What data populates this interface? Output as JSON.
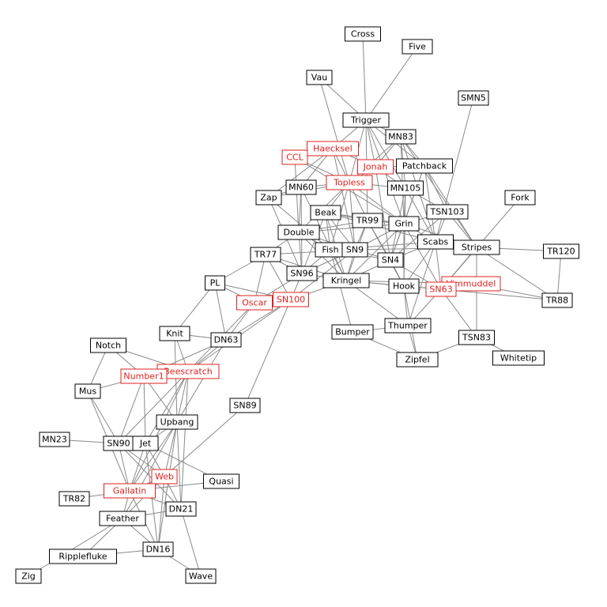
{
  "colors": {
    "edge": "#8a8a8a",
    "highlight": "#e02020",
    "normal": "#000000",
    "background": "#ffffff"
  },
  "nodes": [
    {
      "id": "Cross",
      "label": "Cross",
      "hl": false
    },
    {
      "id": "Five",
      "label": "Five",
      "hl": false
    },
    {
      "id": "Vau",
      "label": "Vau",
      "hl": false
    },
    {
      "id": "SMN5",
      "label": "SMN5",
      "hl": false
    },
    {
      "id": "Trigger",
      "label": "Trigger",
      "hl": false
    },
    {
      "id": "MN83",
      "label": "MN83",
      "hl": false
    },
    {
      "id": "Haecksel",
      "label": "Haecksel",
      "hl": true
    },
    {
      "id": "CCL",
      "label": "CCL",
      "hl": true
    },
    {
      "id": "Jonah",
      "label": "Jonah",
      "hl": true
    },
    {
      "id": "Patchback",
      "label": "Patchback",
      "hl": false
    },
    {
      "id": "Topless",
      "label": "Topless",
      "hl": true
    },
    {
      "id": "MN60",
      "label": "MN60",
      "hl": false
    },
    {
      "id": "Zap",
      "label": "Zap",
      "hl": false
    },
    {
      "id": "MN105",
      "label": "MN105",
      "hl": false
    },
    {
      "id": "Fork",
      "label": "Fork",
      "hl": false
    },
    {
      "id": "Beak",
      "label": "Beak",
      "hl": false
    },
    {
      "id": "TSN103",
      "label": "TSN103",
      "hl": false
    },
    {
      "id": "TR99",
      "label": "TR99",
      "hl": false
    },
    {
      "id": "Grin",
      "label": "Grin",
      "hl": false
    },
    {
      "id": "Double",
      "label": "Double",
      "hl": false
    },
    {
      "id": "Scabs",
      "label": "Scabs",
      "hl": false
    },
    {
      "id": "Stripes",
      "label": "Stripes",
      "hl": false
    },
    {
      "id": "TR120",
      "label": "TR120",
      "hl": false
    },
    {
      "id": "Fish",
      "label": "Fish",
      "hl": false
    },
    {
      "id": "SN9",
      "label": "SN9",
      "hl": false
    },
    {
      "id": "TR77",
      "label": "TR77",
      "hl": false
    },
    {
      "id": "SN4",
      "label": "SN4",
      "hl": false
    },
    {
      "id": "SN96",
      "label": "SN96",
      "hl": false
    },
    {
      "id": "Kringel",
      "label": "Kringel",
      "hl": false
    },
    {
      "id": "PL",
      "label": "PL",
      "hl": false
    },
    {
      "id": "Hook",
      "label": "Hook",
      "hl": false
    },
    {
      "id": "Vimmuddel",
      "label": "Vimmuddel",
      "hl": true
    },
    {
      "id": "SN63",
      "label": "SN63",
      "hl": true
    },
    {
      "id": "TR88",
      "label": "TR88",
      "hl": false
    },
    {
      "id": "SN100",
      "label": "SN100",
      "hl": true
    },
    {
      "id": "Oscar",
      "label": "Oscar",
      "hl": true
    },
    {
      "id": "Thumper",
      "label": "Thumper",
      "hl": false
    },
    {
      "id": "Bumper",
      "label": "Bumper",
      "hl": false
    },
    {
      "id": "Knit",
      "label": "Knit",
      "hl": false
    },
    {
      "id": "DN63",
      "label": "DN63",
      "hl": false
    },
    {
      "id": "TSN83",
      "label": "TSN83",
      "hl": false
    },
    {
      "id": "Notch",
      "label": "Notch",
      "hl": false
    },
    {
      "id": "Zipfel",
      "label": "Zipfel",
      "hl": false
    },
    {
      "id": "Whitetip",
      "label": "Whitetip",
      "hl": false
    },
    {
      "id": "Beescratch",
      "label": "Beescratch",
      "hl": true
    },
    {
      "id": "Number1",
      "label": "Number1",
      "hl": true
    },
    {
      "id": "Mus",
      "label": "Mus",
      "hl": false
    },
    {
      "id": "SN89",
      "label": "SN89",
      "hl": false
    },
    {
      "id": "Upbang",
      "label": "Upbang",
      "hl": false
    },
    {
      "id": "MN23",
      "label": "MN23",
      "hl": false
    },
    {
      "id": "SN90",
      "label": "SN90",
      "hl": false
    },
    {
      "id": "Jet",
      "label": "Jet",
      "hl": false
    },
    {
      "id": "Web",
      "label": "Web",
      "hl": true
    },
    {
      "id": "Quasi",
      "label": "Quasi",
      "hl": false
    },
    {
      "id": "Gallatin",
      "label": "Gallatin",
      "hl": true
    },
    {
      "id": "TR82",
      "label": "TR82",
      "hl": false
    },
    {
      "id": "DN21",
      "label": "DN21",
      "hl": false
    },
    {
      "id": "Feather",
      "label": "Feather",
      "hl": false
    },
    {
      "id": "DN16",
      "label": "DN16",
      "hl": false
    },
    {
      "id": "Ripplefluke",
      "label": "Ripplefluke",
      "hl": false
    },
    {
      "id": "Zig",
      "label": "Zig",
      "hl": false
    },
    {
      "id": "Wave",
      "label": "Wave",
      "hl": false
    }
  ],
  "edges": [
    [
      "Cross",
      "Trigger"
    ],
    [
      "Five",
      "Trigger"
    ],
    [
      "Vau",
      "Trigger"
    ],
    [
      "Vau",
      "Topless"
    ],
    [
      "SMN5",
      "Scabs"
    ],
    [
      "Trigger",
      "MN83"
    ],
    [
      "Trigger",
      "Haecksel"
    ],
    [
      "Trigger",
      "Jonah"
    ],
    [
      "Trigger",
      "Topless"
    ],
    [
      "Trigger",
      "MN105"
    ],
    [
      "Trigger",
      "Patchback"
    ],
    [
      "Trigger",
      "Grin"
    ],
    [
      "Trigger",
      "TR99"
    ],
    [
      "MN83",
      "Jonah"
    ],
    [
      "MN83",
      "Patchback"
    ],
    [
      "MN83",
      "Topless"
    ],
    [
      "MN83",
      "MN105"
    ],
    [
      "MN83",
      "Grin"
    ],
    [
      "MN83",
      "Stripes"
    ],
    [
      "MN83",
      "Scabs"
    ],
    [
      "Haecksel",
      "CCL"
    ],
    [
      "Haecksel",
      "Jonah"
    ],
    [
      "Haecksel",
      "MN60"
    ],
    [
      "Haecksel",
      "Topless"
    ],
    [
      "Haecksel",
      "Zap"
    ],
    [
      "Haecksel",
      "SN9"
    ],
    [
      "CCL",
      "Topless"
    ],
    [
      "CCL",
      "Double"
    ],
    [
      "CCL",
      "Grin"
    ],
    [
      "Jonah",
      "Patchback"
    ],
    [
      "Jonah",
      "Topless"
    ],
    [
      "Jonah",
      "MN105"
    ],
    [
      "Jonah",
      "SN4"
    ],
    [
      "Patchback",
      "SN4"
    ],
    [
      "Patchback",
      "Stripes"
    ],
    [
      "Patchback",
      "Scabs"
    ],
    [
      "Patchback",
      "Grin"
    ],
    [
      "Patchback",
      "TSN103"
    ],
    [
      "Topless",
      "MN60"
    ],
    [
      "Topless",
      "MN105"
    ],
    [
      "Topless",
      "Zap"
    ],
    [
      "Topless",
      "TR99"
    ],
    [
      "Topless",
      "Grin"
    ],
    [
      "Topless",
      "SN9"
    ],
    [
      "Topless",
      "Beak"
    ],
    [
      "Topless",
      "Fish"
    ],
    [
      "Topless",
      "Double"
    ],
    [
      "MN60",
      "Zap"
    ],
    [
      "MN60",
      "Double"
    ],
    [
      "MN60",
      "SN96"
    ],
    [
      "MN60",
      "Kringel"
    ],
    [
      "Zap",
      "SN96"
    ],
    [
      "Zap",
      "Fish"
    ],
    [
      "MN105",
      "Grin"
    ],
    [
      "MN105",
      "Scabs"
    ],
    [
      "MN105",
      "SN4"
    ],
    [
      "MN105",
      "TSN103"
    ],
    [
      "MN105",
      "Hook"
    ],
    [
      "Fork",
      "SN63"
    ],
    [
      "Beak",
      "TR99"
    ],
    [
      "Beak",
      "Grin"
    ],
    [
      "Beak",
      "Fish"
    ],
    [
      "Beak",
      "SN9"
    ],
    [
      "Beak",
      "Kringel"
    ],
    [
      "Beak",
      "SN96"
    ],
    [
      "Beak",
      "Scabs"
    ],
    [
      "TSN103",
      "Scabs"
    ],
    [
      "TSN103",
      "Stripes"
    ],
    [
      "TSN103",
      "SN4"
    ],
    [
      "TSN103",
      "Grin"
    ],
    [
      "TR99",
      "Grin"
    ],
    [
      "TR99",
      "SN9"
    ],
    [
      "TR99",
      "SN4"
    ],
    [
      "TR99",
      "Double"
    ],
    [
      "TR99",
      "Kringel"
    ],
    [
      "TR99",
      "Hook"
    ],
    [
      "Grin",
      "Scabs"
    ],
    [
      "Grin",
      "SN9"
    ],
    [
      "Grin",
      "SN4"
    ],
    [
      "Grin",
      "Stripes"
    ],
    [
      "Grin",
      "Hook"
    ],
    [
      "Grin",
      "Double"
    ],
    [
      "Grin",
      "Kringel"
    ],
    [
      "Grin",
      "SN63"
    ],
    [
      "Double",
      "Fish"
    ],
    [
      "Double",
      "SN9"
    ],
    [
      "Double",
      "SN96"
    ],
    [
      "Double",
      "TR77"
    ],
    [
      "Double",
      "Kringel"
    ],
    [
      "Scabs",
      "Stripes"
    ],
    [
      "Scabs",
      "SN4"
    ],
    [
      "Scabs",
      "Hook"
    ],
    [
      "Scabs",
      "Thumper"
    ],
    [
      "Scabs",
      "SN63"
    ],
    [
      "Scabs",
      "Fish"
    ],
    [
      "Stripes",
      "TR120"
    ],
    [
      "Stripes",
      "TSN83"
    ],
    [
      "Stripes",
      "SN63"
    ],
    [
      "Stripes",
      "TR88"
    ],
    [
      "TR120",
      "TR88"
    ],
    [
      "Fish",
      "SN9"
    ],
    [
      "Fish",
      "SN4"
    ],
    [
      "Fish",
      "SN96"
    ],
    [
      "Fish",
      "Kringel"
    ],
    [
      "Fish",
      "Bumper"
    ],
    [
      "SN9",
      "SN4"
    ],
    [
      "SN9",
      "Kringel"
    ],
    [
      "SN9",
      "SN100"
    ],
    [
      "SN9",
      "SN96"
    ],
    [
      "SN9",
      "TR77"
    ],
    [
      "SN9",
      "Stripes"
    ],
    [
      "TR77",
      "SN96"
    ],
    [
      "TR77",
      "Oscar"
    ],
    [
      "TR77",
      "SN100"
    ],
    [
      "TR77",
      "Kringel"
    ],
    [
      "SN4",
      "Kringel"
    ],
    [
      "SN4",
      "Hook"
    ],
    [
      "SN4",
      "SN63"
    ],
    [
      "SN96",
      "SN100"
    ],
    [
      "SN96",
      "Kringel"
    ],
    [
      "SN96",
      "Oscar"
    ],
    [
      "Kringel",
      "Hook"
    ],
    [
      "Kringel",
      "SN63"
    ],
    [
      "Kringel",
      "Thumper"
    ],
    [
      "Kringel",
      "Vimmuddel"
    ],
    [
      "Kringel",
      "SN100"
    ],
    [
      "Hook",
      "SN63"
    ],
    [
      "Hook",
      "Thumper"
    ],
    [
      "Hook",
      "Zipfel"
    ],
    [
      "SN63",
      "Vimmuddel"
    ],
    [
      "SN63",
      "Thumper"
    ],
    [
      "SN63",
      "TSN83"
    ],
    [
      "SN63",
      "TR88"
    ],
    [
      "Vimmuddel",
      "TR88"
    ],
    [
      "PL",
      "Oscar"
    ],
    [
      "PL",
      "DN63"
    ],
    [
      "PL",
      "Knit"
    ],
    [
      "PL",
      "SN100"
    ],
    [
      "PL",
      "TR77"
    ],
    [
      "SN100",
      "Oscar"
    ],
    [
      "SN100",
      "DN63"
    ],
    [
      "SN100",
      "SN89"
    ],
    [
      "SN100",
      "Beescratch"
    ],
    [
      "Oscar",
      "DN63"
    ],
    [
      "Oscar",
      "Beescratch"
    ],
    [
      "Thumper",
      "Bumper"
    ],
    [
      "Thumper",
      "Zipfel"
    ],
    [
      "Bumper",
      "Zipfel"
    ],
    [
      "TSN83",
      "Zipfel"
    ],
    [
      "TSN83",
      "Whitetip"
    ],
    [
      "Knit",
      "DN63"
    ],
    [
      "Knit",
      "Beescratch"
    ],
    [
      "Knit",
      "Upbang"
    ],
    [
      "DN63",
      "Beescratch"
    ],
    [
      "DN63",
      "Number1"
    ],
    [
      "DN63",
      "Upbang"
    ],
    [
      "Notch",
      "Number1"
    ],
    [
      "Notch",
      "Mus"
    ],
    [
      "Notch",
      "Beescratch"
    ],
    [
      "Beescratch",
      "Number1"
    ],
    [
      "Beescratch",
      "Upbang"
    ],
    [
      "Beescratch",
      "Jet"
    ],
    [
      "Beescratch",
      "DN21"
    ],
    [
      "Beescratch",
      "Gallatin"
    ],
    [
      "Beescratch",
      "SN90"
    ],
    [
      "Number1",
      "Mus"
    ],
    [
      "Number1",
      "Jet"
    ],
    [
      "Number1",
      "SN90"
    ],
    [
      "Number1",
      "Upbang"
    ],
    [
      "Mus",
      "SN90"
    ],
    [
      "Mus",
      "Gallatin"
    ],
    [
      "SN89",
      "Web"
    ],
    [
      "Upbang",
      "Jet"
    ],
    [
      "Upbang",
      "Web"
    ],
    [
      "Upbang",
      "Gallatin"
    ],
    [
      "Upbang",
      "DN21"
    ],
    [
      "Upbang",
      "DN16"
    ],
    [
      "Upbang",
      "Feather"
    ],
    [
      "MN23",
      "SN90"
    ],
    [
      "SN90",
      "Jet"
    ],
    [
      "SN90",
      "Gallatin"
    ],
    [
      "SN90",
      "DN21"
    ],
    [
      "SN90",
      "Web"
    ],
    [
      "Jet",
      "Quasi"
    ],
    [
      "Jet",
      "Gallatin"
    ],
    [
      "Jet",
      "Web"
    ],
    [
      "Web",
      "Gallatin"
    ],
    [
      "Web",
      "Feather"
    ],
    [
      "Web",
      "DN16"
    ],
    [
      "Web",
      "DN21"
    ],
    [
      "Gallatin",
      "TR82"
    ],
    [
      "Gallatin",
      "DN21"
    ],
    [
      "Gallatin",
      "Feather"
    ],
    [
      "Gallatin",
      "DN16"
    ],
    [
      "Gallatin",
      "Quasi"
    ],
    [
      "Feather",
      "DN21"
    ],
    [
      "Feather",
      "DN16"
    ],
    [
      "Feather",
      "Ripplefluke"
    ],
    [
      "Feather",
      "Zig"
    ],
    [
      "DN16",
      "Wave"
    ],
    [
      "DN16",
      "Ripplefluke"
    ],
    [
      "DN21",
      "Wave"
    ],
    [
      "Jet",
      "DN16"
    ]
  ]
}
